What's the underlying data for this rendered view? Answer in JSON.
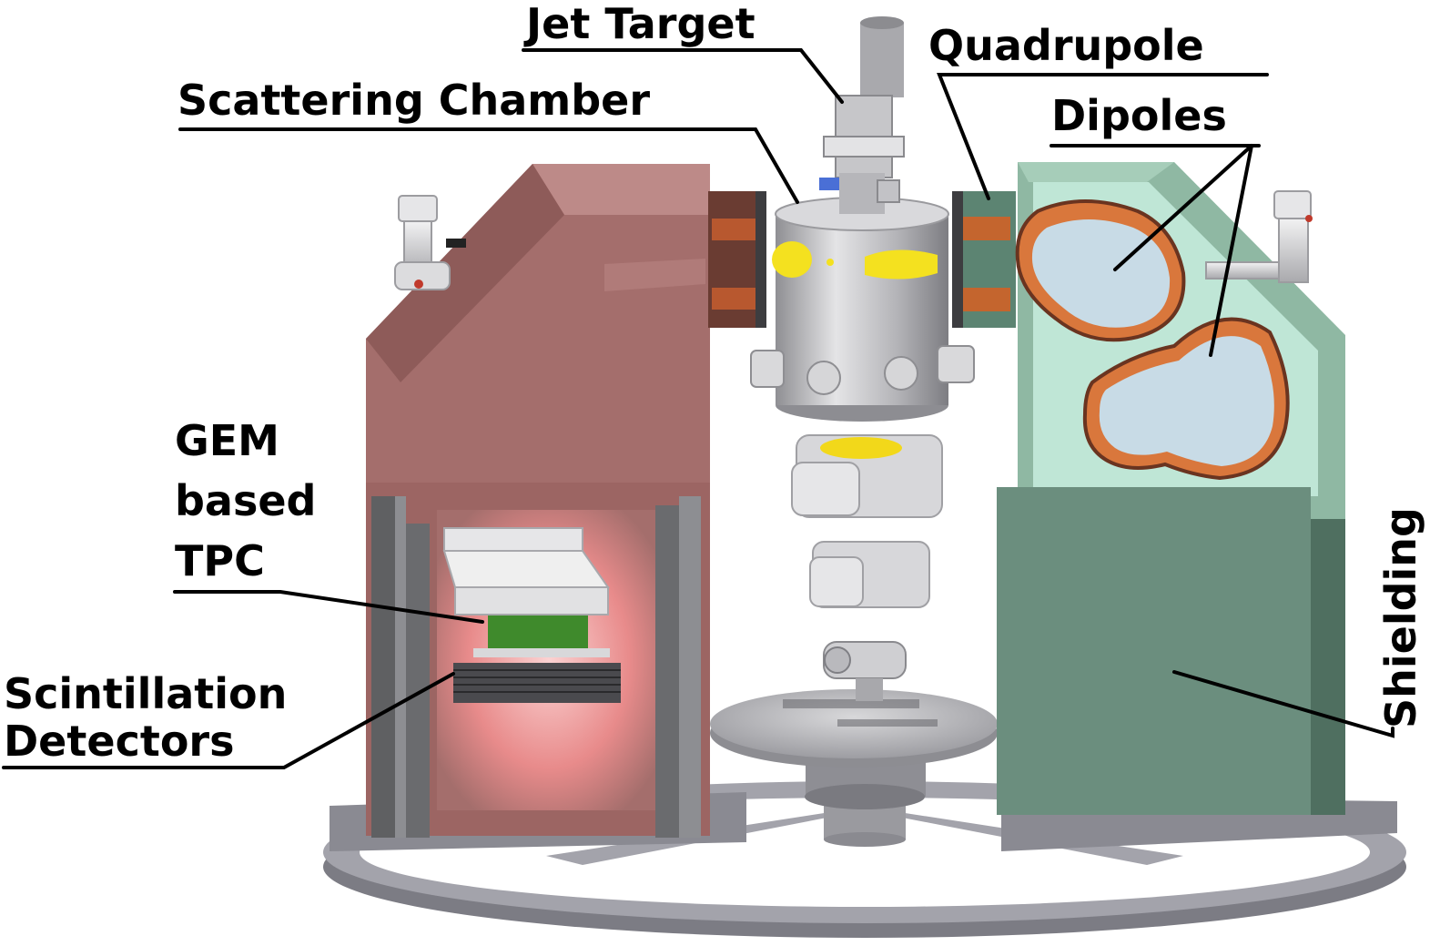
{
  "labels": {
    "jet_target": "Jet Target",
    "scattering_chamber": "Scattering Chamber",
    "quadrupole": "Quadrupole",
    "dipoles": "Dipoles",
    "gem_line1": "GEM",
    "gem_line2": "based",
    "gem_line3": "TPC",
    "scint_line1": "Scintillation",
    "scint_line2": "Detectors",
    "shielding": "Shielding"
  },
  "colors": {
    "left_arm": "#a46e6c",
    "left_arm_dark": "#7e4d4c",
    "right_arm": "#8fb8a3",
    "right_arm_light": "#bfe6d6",
    "shielding": "#6b8e7e",
    "coil_orange": "#d9773c",
    "glow_yellow": "#f2e01c",
    "steel": "#c9c9cc",
    "ring": "#9a9aa0",
    "tpc_board": "#3f8a2c",
    "inner_glow": "#f3a6a6"
  }
}
